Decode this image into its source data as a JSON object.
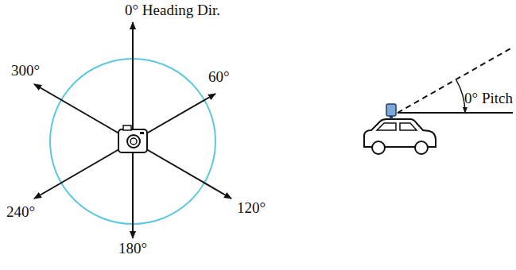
{
  "diagram": {
    "labels": [
      "0° Heading Dir.",
      "60°",
      "120°",
      "180°",
      "240°",
      "300°",
      "0° Pitch"
    ]
  }
}
